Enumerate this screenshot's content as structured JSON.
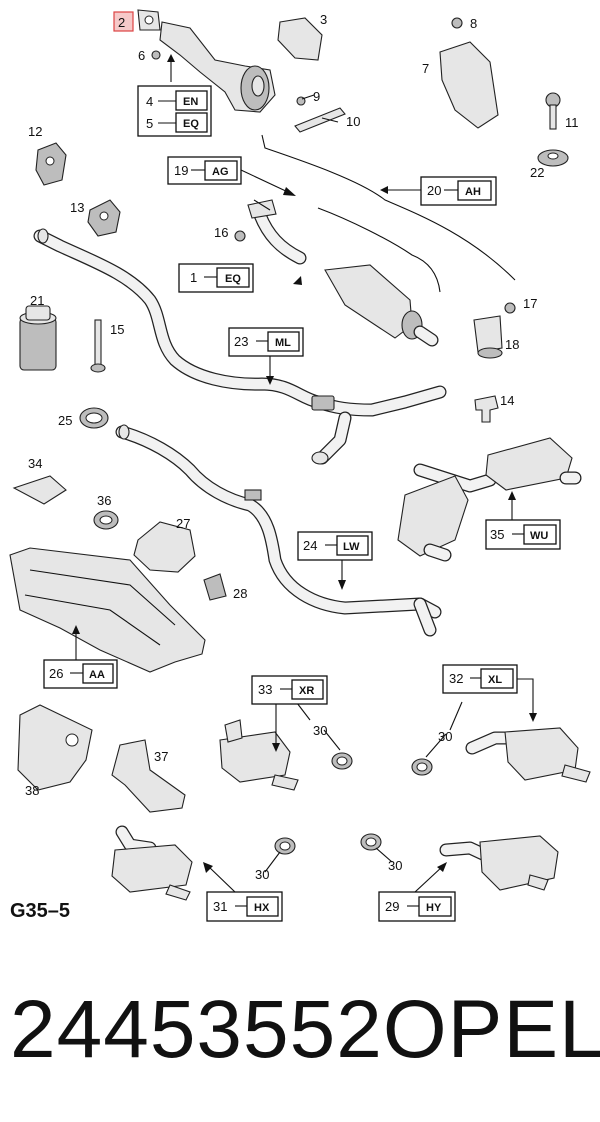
{
  "callouts": {
    "c1": "1",
    "c2": "2",
    "c3": "3",
    "c4": "4",
    "c5": "5",
    "c6": "6",
    "c7": "7",
    "c8": "8",
    "c9": "9",
    "c10": "10",
    "c11": "11",
    "c12": "12",
    "c13": "13",
    "c14": "14",
    "c15": "15",
    "c16": "16",
    "c17": "17",
    "c18": "18",
    "c19": "19",
    "c20": "20",
    "c21": "21",
    "c22": "22",
    "c23": "23",
    "c24": "24",
    "c25": "25",
    "c26": "26",
    "c27": "27",
    "c28": "28",
    "c29": "29",
    "c30": "30",
    "c31": "31",
    "c32": "32",
    "c33": "33",
    "c34": "34",
    "c35": "35",
    "c36": "36",
    "c37": "37",
    "c38": "38"
  },
  "codes": {
    "en": "EN",
    "eq": "EQ",
    "ag": "AG",
    "ah": "AH",
    "ml": "ML",
    "lw": "LW",
    "wu": "WU",
    "aa": "AA",
    "xr": "XR",
    "xl": "XL",
    "hx": "HX",
    "hy": "HY"
  },
  "diagram_ref": "G35–5",
  "part_number": "24453552",
  "brand": "OPEL",
  "highlight_color": "#d44444"
}
